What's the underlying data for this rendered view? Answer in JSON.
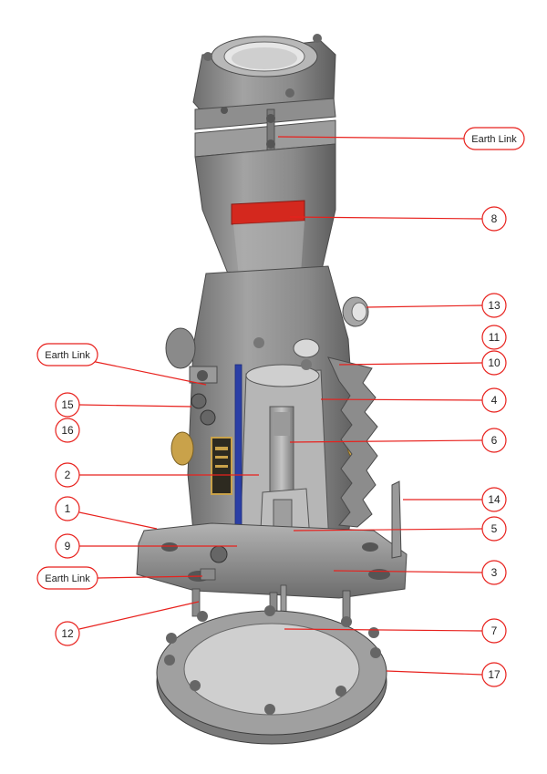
{
  "colors": {
    "leader": "#e8211d",
    "bubble_stroke": "#e8211d",
    "metal_light": "#9a9a9a",
    "metal_mid": "#7d7d7d",
    "metal_dark": "#555555",
    "red_band": "#d4281e",
    "blue_rod": "#2b3fa6",
    "brass_label": "#c9a24a"
  },
  "callouts": [
    {
      "id": "earth-link-top",
      "label": "Earth Link"
    },
    {
      "id": "8",
      "label": "8"
    },
    {
      "id": "13",
      "label": "13"
    },
    {
      "id": "11",
      "label": "11"
    },
    {
      "id": "10",
      "label": "10"
    },
    {
      "id": "earth-link-left",
      "label": "Earth Link"
    },
    {
      "id": "4",
      "label": "4"
    },
    {
      "id": "15",
      "label": "15"
    },
    {
      "id": "16",
      "label": "16"
    },
    {
      "id": "6",
      "label": "6"
    },
    {
      "id": "2",
      "label": "2"
    },
    {
      "id": "14",
      "label": "14"
    },
    {
      "id": "1",
      "label": "1"
    },
    {
      "id": "5",
      "label": "5"
    },
    {
      "id": "9",
      "label": "9"
    },
    {
      "id": "3",
      "label": "3"
    },
    {
      "id": "earth-link-bottom",
      "label": "Earth Link"
    },
    {
      "id": "12",
      "label": "12"
    },
    {
      "id": "7",
      "label": "7"
    },
    {
      "id": "17",
      "label": "17"
    }
  ]
}
